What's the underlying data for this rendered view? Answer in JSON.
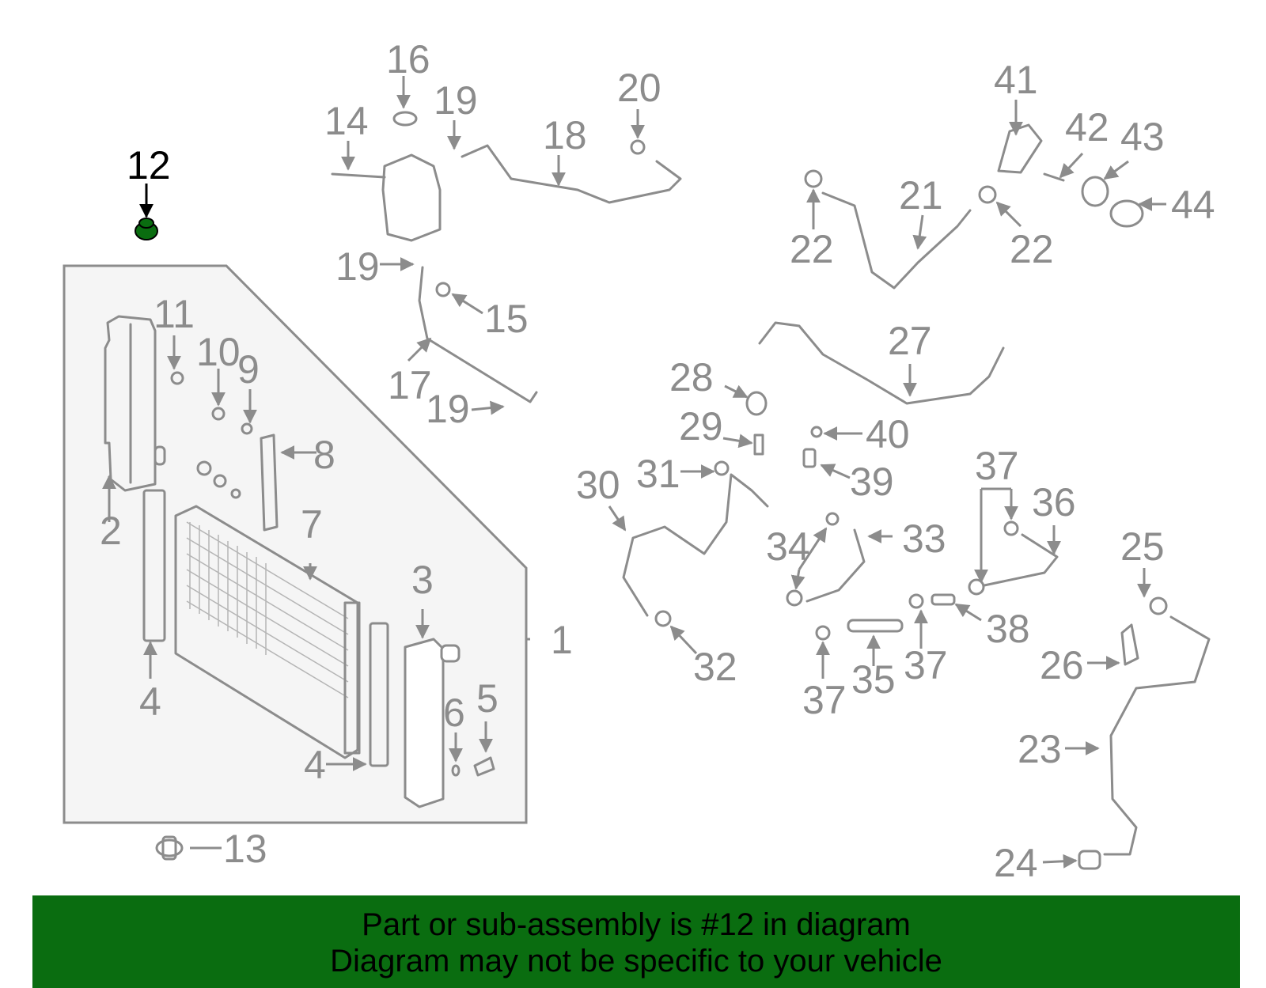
{
  "diagram": {
    "highlight_color": "#0a6d10",
    "part_color": "#8c8c8c",
    "highlighted_part": "12",
    "callouts": [
      "1",
      "2",
      "3",
      "4",
      "4",
      "5",
      "6",
      "7",
      "8",
      "9",
      "10",
      "11",
      "12",
      "13",
      "14",
      "15",
      "16",
      "17",
      "18",
      "19",
      "19",
      "19",
      "20",
      "21",
      "22",
      "22",
      "23",
      "24",
      "25",
      "26",
      "27",
      "28",
      "29",
      "30",
      "31",
      "32",
      "33",
      "34",
      "35",
      "36",
      "37",
      "37",
      "37",
      "38",
      "39",
      "40",
      "41",
      "42",
      "43",
      "44"
    ]
  },
  "banner": {
    "line1": "Part or sub-assembly is #12 in diagram",
    "line2": "Diagram may not be specific to your vehicle",
    "background": "#0a6d10"
  }
}
